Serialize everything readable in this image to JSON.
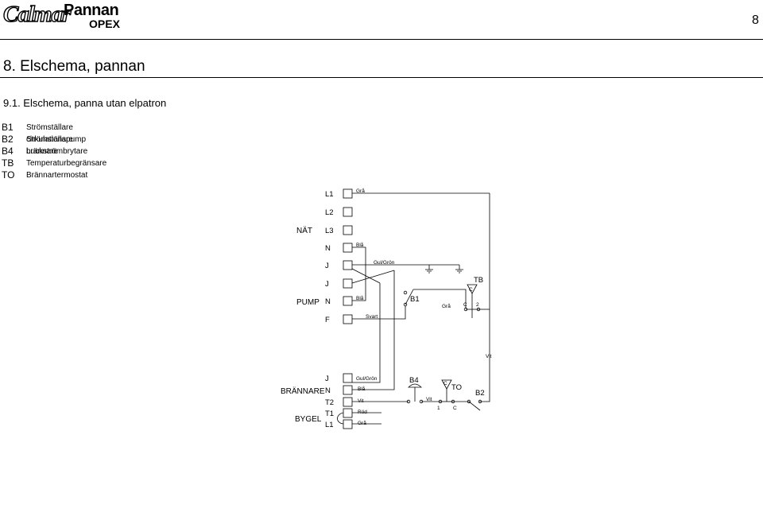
{
  "header": {
    "brand_script": "Calmar",
    "brand_name": "Pannan",
    "brand_model": "OPEX",
    "page_number": "8"
  },
  "section_title": "8. Elschema, pannan",
  "subsection_title": "9.1. Elschema, panna utan elpatron",
  "legend": [
    {
      "code": "B1",
      "description": "Strömställare cirkulationspump"
    },
    {
      "code": "B2",
      "description": "Strömställare brännare"
    },
    {
      "code": "B4",
      "description": "Luckströmbrytare"
    },
    {
      "code": "TB",
      "description": "Temperaturbegränsare"
    },
    {
      "code": "TO",
      "description": "Brännartermostat"
    }
  ],
  "diagram": {
    "groups": {
      "nat": "NÄT",
      "pump": "PUMP",
      "brannare": "BRÄNNARE",
      "bygel": "BYGEL"
    },
    "terminals": [
      "L1",
      "L2",
      "L3",
      "N",
      "J",
      "J",
      "N",
      "F",
      "J",
      "N",
      "T2",
      "T1",
      "L1"
    ],
    "wires": {
      "gra_top": "Grå",
      "bla_n": "Blå",
      "gulgron_top": "Gul/Grön",
      "bla_pump": "Blå",
      "svart": "Svart",
      "gra_tb": "Grå",
      "vit_right": "Vit",
      "gulgron_bottom": "Gul/Grön",
      "bla_bottom": "Blå",
      "vit_t2": "Vit",
      "vit_b4": "Vit",
      "rod": "Röd",
      "gra_bottom": "Grå"
    },
    "components": {
      "b1": "B1",
      "tb": "TB",
      "tb_c": "C",
      "tb_contact_c": "C",
      "tb_contact_2": "2",
      "b4": "B4",
      "to": "TO",
      "to_c": "C",
      "to_contact_1": "1",
      "to_contact_c": "C",
      "b2": "B2"
    }
  }
}
